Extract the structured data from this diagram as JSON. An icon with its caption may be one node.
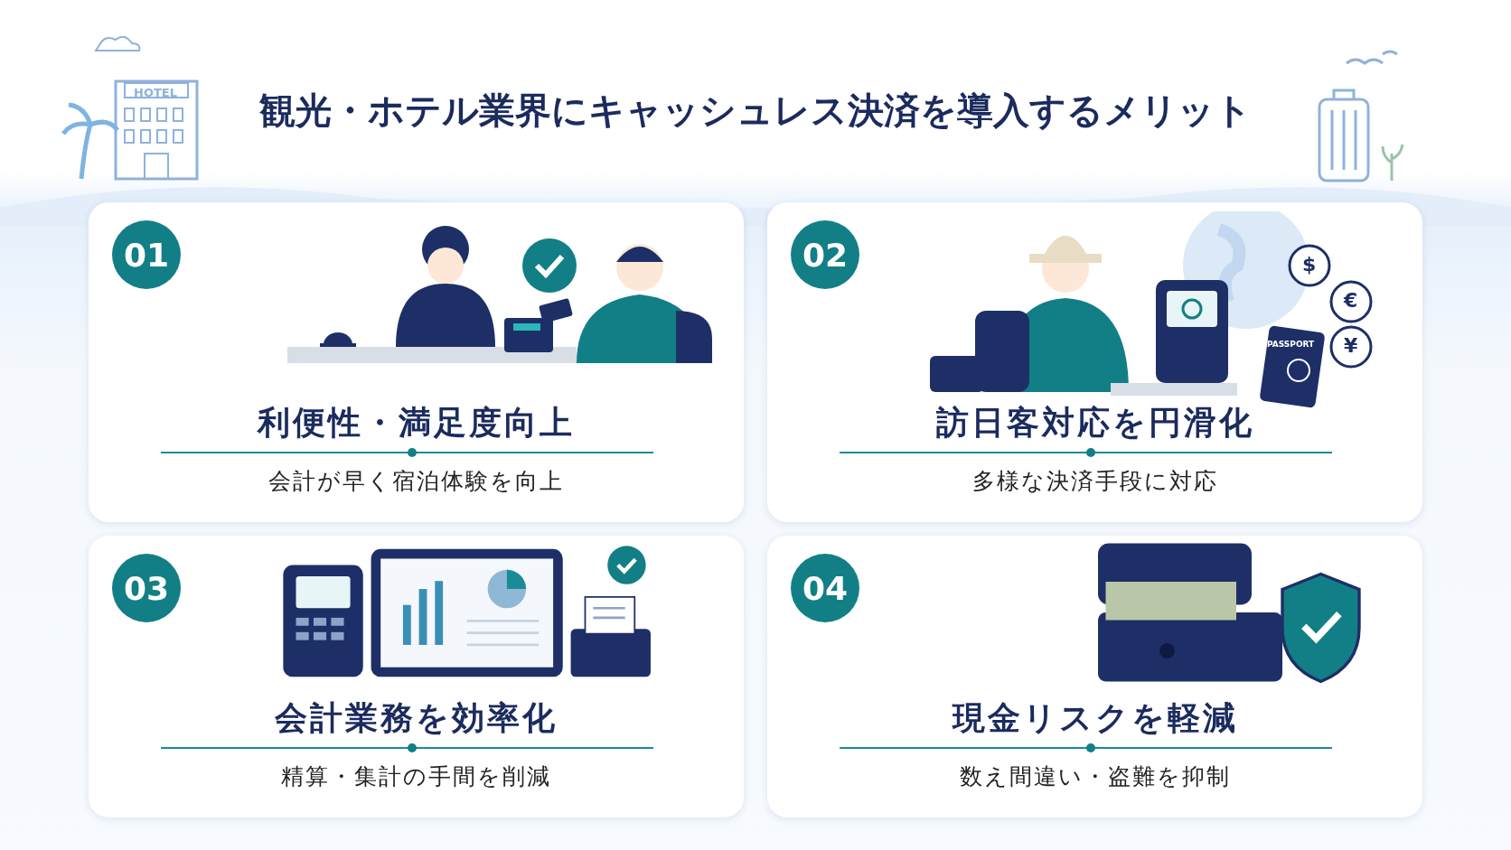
{
  "diagram": {
    "title": "観光・ホテル業界にキャッシュレス決済を導入するメリット",
    "nodes": [
      {
        "text": [
          "01",
          "利便性・満足度向上",
          "会計が早く宿泊体験を向上"
        ]
      },
      {
        "text": [
          "02",
          "訪日客対応を円滑化",
          "多様な決済手段に対応"
        ]
      },
      {
        "text": [
          "03",
          "会計業務を効率化",
          "精算・集計の手間を削減"
        ]
      },
      {
        "text": [
          "04",
          "現金リスクを軽減",
          "数え間違い・盗難を抑制"
        ]
      }
    ],
    "labels": [
      "HOTEL",
      "$",
      "€",
      "PASSPORT",
      "¥"
    ]
  }
}
